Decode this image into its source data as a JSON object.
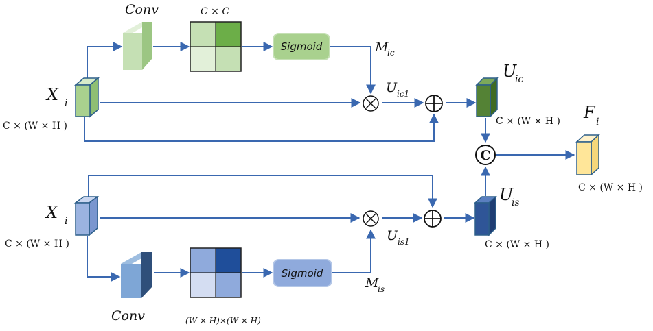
{
  "top": {
    "input": {
      "symbol": "X",
      "sub": "i",
      "shape_label": "C × (W × H )"
    },
    "conv_label": "Conv",
    "matrix_label": "C × C",
    "sigmoid_label": "Sigmoid",
    "map": {
      "symbol": "M",
      "sub": "ic"
    },
    "mult_out": {
      "symbol": "U",
      "sub": "ic1"
    },
    "output": {
      "symbol": "U",
      "sub": "ic",
      "shape_label": "C × (W × H )"
    },
    "colors": {
      "light": "#c3e0b2",
      "dark": "#6cae48",
      "sigmoid_fill": "#a9d18e",
      "output": "#4f7f2e"
    }
  },
  "bottom": {
    "input": {
      "symbol": "X",
      "sub": "i",
      "shape_label": "C × (W × H )"
    },
    "conv_label": "Conv",
    "matrix_label": "(W × H)×(W × H)",
    "sigmoid_label": "Sigmoid",
    "map": {
      "symbol": "M",
      "sub": "is"
    },
    "mult_out": {
      "symbol": "U",
      "sub": "is1"
    },
    "output": {
      "symbol": "U",
      "sub": "is",
      "shape_label": "C × (W × H )"
    },
    "colors": {
      "light": "#a8bde6",
      "dark": "#1f4e9a",
      "sigmoid_fill": "#8faadc",
      "output": "#2f5597"
    }
  },
  "fusion": {
    "concat_symbol": "C",
    "final": {
      "symbol": "F",
      "sub": "i",
      "shape_label": "C × (W × H )"
    },
    "color": "#ffe699"
  },
  "operators": {
    "multiply": "⊗",
    "add": "⊕"
  }
}
